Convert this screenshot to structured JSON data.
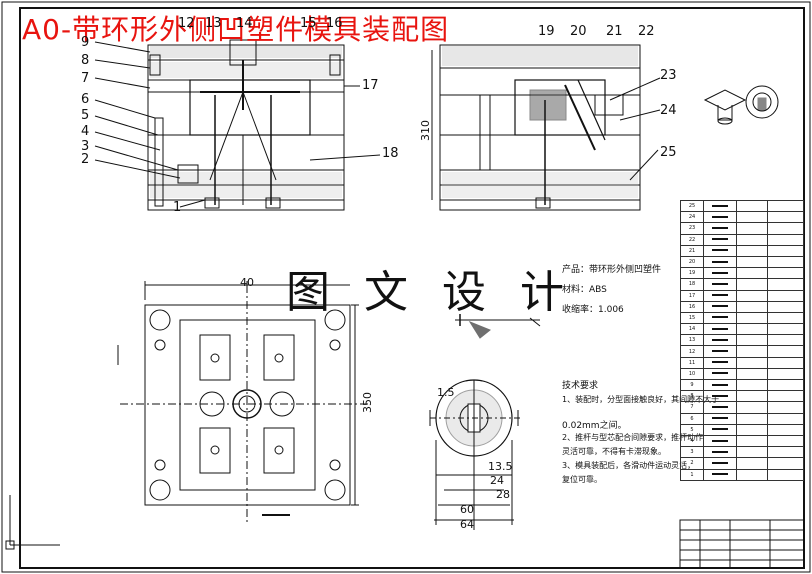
{
  "drawing_title": "A0-带环形外侧凹塑件模具装配图",
  "watermark": "图 文 设 计",
  "part_labels": [
    "9",
    "8",
    "7",
    "6",
    "5",
    "4",
    "3",
    "2",
    "1",
    "12",
    "13",
    "14",
    "15",
    "16",
    "17",
    "18",
    "19",
    "20",
    "21",
    "22",
    "23",
    "24",
    "25"
  ],
  "dimensions": {
    "width_40": "40",
    "height_350": "350",
    "height_310": "310",
    "d_15": "1.5",
    "d_135": "13.5",
    "d_24": "24",
    "d_28": "28",
    "d_60": "60",
    "d_64": "64"
  },
  "spec": {
    "product": "产品：带环形外侧凹塑件",
    "material": "材料：ABS",
    "shrinkage": "收缩率：1.006"
  },
  "tech": {
    "heading": "技术要求",
    "line1": "1、装配时，分型面接触良好，其间隙不大于",
    "line2": "0.02mm之间。",
    "line3": "2、推杆与型芯配合间隙要求，推杆动作",
    "line4": "灵活可靠，不得有卡滞现象。",
    "line5": "3、模具装配后，各滑动件运动灵活，",
    "line6": "复位可靠。"
  },
  "bom_rows": [
    "25",
    "24",
    "23",
    "22",
    "21",
    "20",
    "19",
    "18",
    "17",
    "16",
    "15",
    "14",
    "13",
    "12",
    "11",
    "10",
    "9",
    "8",
    "7",
    "6",
    "5",
    "4",
    "3",
    "2",
    "1"
  ]
}
